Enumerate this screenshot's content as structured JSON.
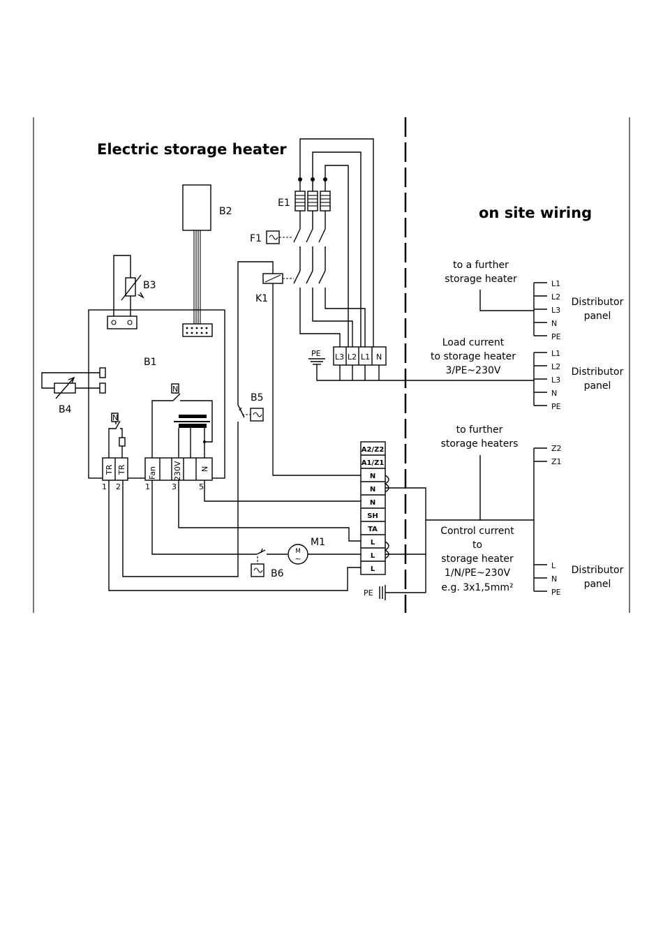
{
  "title": "Electric storage heater",
  "site_title": "on site wiring",
  "components": {
    "b1": "B1",
    "b2": "B2",
    "b3": "B3",
    "b4": "B4",
    "b5": "B5",
    "b6": "B6",
    "e1": "E1",
    "f1": "F1",
    "k1": "K1",
    "m1": "M1",
    "motor_m": "M",
    "motor_tilde": "~"
  },
  "b1_terminals": {
    "tr1": "TR",
    "tr2": "TR",
    "fan": "Fan",
    "v230": "230V",
    "n": "N",
    "n_contact1": "N",
    "n_contact2": "N"
  },
  "b1_pins": {
    "p1": "1",
    "p2": "2",
    "p1b": "1",
    "p3": "3",
    "p5": "5"
  },
  "load_terminals": {
    "l3": "L3",
    "l2": "L2",
    "l1": "L1",
    "n": "N",
    "pe": "PE"
  },
  "control_terminals": [
    "A2/Z2",
    "A1/Z1",
    "N",
    "N",
    "N",
    "SH",
    "TA",
    "L",
    "L",
    "L"
  ],
  "pe_bottom": "PE",
  "site": {
    "further_single_line1": "to a further",
    "further_single_line2": "storage heater",
    "load_line1": "Load current",
    "load_line2": "to storage heater",
    "load_line3": "3/PE~230V",
    "further_multi_line1": "to further",
    "further_multi_line2": "storage heaters",
    "control_line1": "Control current",
    "control_line2": "to",
    "control_line3": "storage heater",
    "control_line4": "1/N/PE~230V",
    "control_line5": "e.g. 3x1,5mm²",
    "panel1_terms": [
      "L1",
      "L2",
      "L3",
      "N",
      "PE"
    ],
    "panel2_terms": [
      "L1",
      "L2",
      "L3",
      "N",
      "PE"
    ],
    "panel3_terms": [
      "Z2",
      "Z1"
    ],
    "panel4_terms": [
      "L",
      "N",
      "PE"
    ],
    "distributor": "Distributor",
    "panel": "panel"
  }
}
